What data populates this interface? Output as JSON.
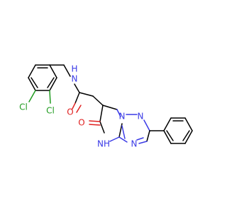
{
  "atoms": {
    "amide_n": "N",
    "amide_h": "H",
    "amide_o": "O",
    "ring_o": "O",
    "nh": "NH",
    "n_bridge": "N",
    "n_upper": "N",
    "n_lower": "N",
    "cl_upper": "Cl",
    "cl_lower": "Cl"
  },
  "colors": {
    "carbon": "#000000",
    "nitrogen": "#3a3ae6",
    "oxygen": "#e02020",
    "chlorine": "#1f9b1f"
  }
}
